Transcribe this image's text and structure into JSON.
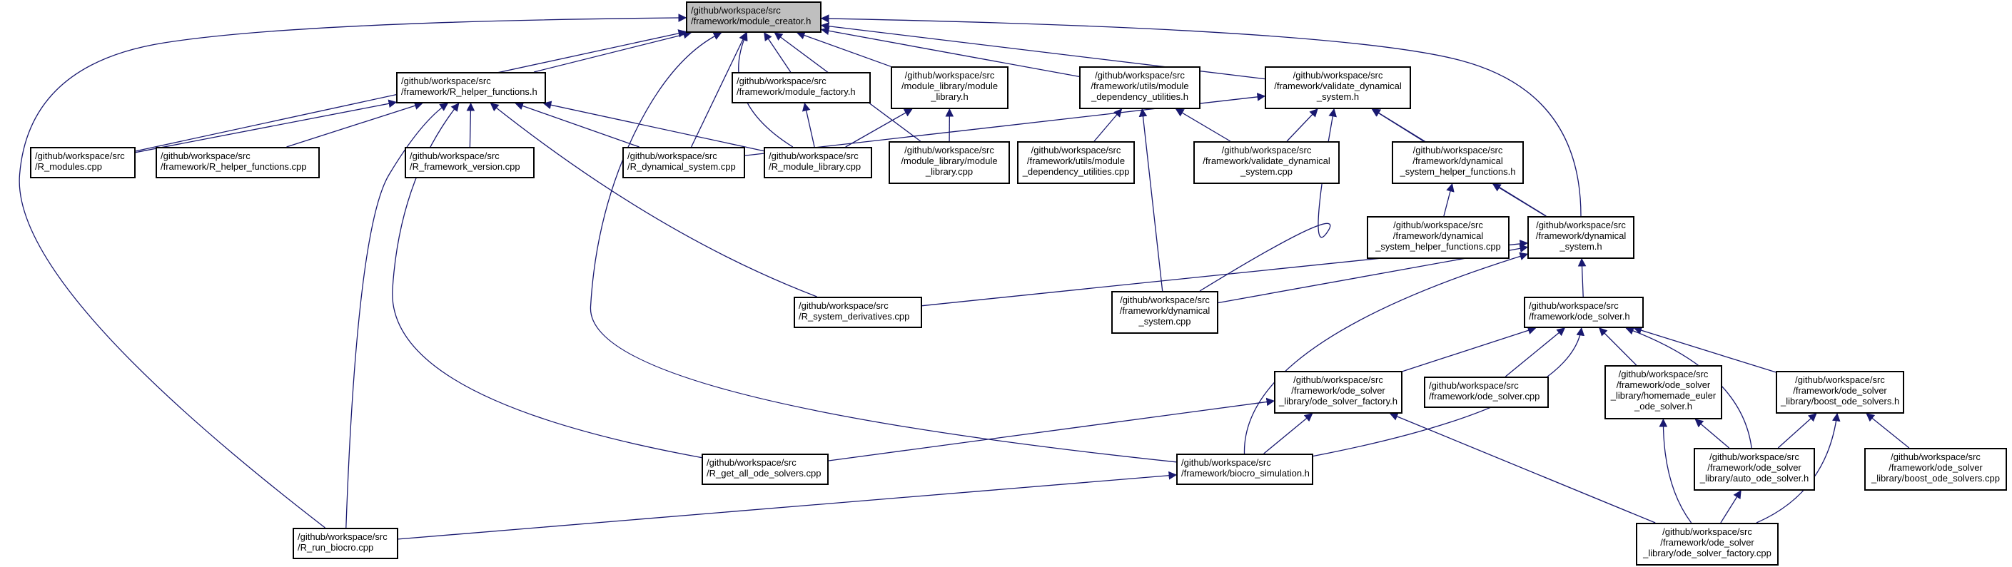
{
  "colors": {
    "edge": "#191970",
    "node_border": "#000000",
    "root_fill": "#bfbfbf",
    "node_fill": "#ffffff"
  },
  "nodes": [
    {
      "id": "module_creator",
      "lines": [
        "/github/workspace/src",
        "/framework/module_creator.h"
      ]
    },
    {
      "id": "R_helper_functions_h",
      "lines": [
        "/github/workspace/src",
        "/framework/R_helper_functions.h"
      ]
    },
    {
      "id": "module_factory_h",
      "lines": [
        "/github/workspace/src",
        "/framework/module_factory.h"
      ]
    },
    {
      "id": "module_library_h",
      "lines": [
        "/github/workspace/src",
        "/module_library/module",
        "_library.h"
      ]
    },
    {
      "id": "module_dependency_utilities_h",
      "lines": [
        "/github/workspace/src",
        "/framework/utils/module",
        "_dependency_utilities.h"
      ]
    },
    {
      "id": "validate_dynamical_system_h",
      "lines": [
        "/github/workspace/src",
        "/framework/validate_dynamical",
        "_system.h"
      ]
    },
    {
      "id": "R_modules_cpp",
      "lines": [
        "/github/workspace/src",
        "/R_modules.cpp"
      ]
    },
    {
      "id": "R_helper_functions_cpp",
      "lines": [
        "/github/workspace/src",
        "/framework/R_helper_functions.cpp"
      ]
    },
    {
      "id": "R_framework_version_cpp",
      "lines": [
        "/github/workspace/src",
        "/R_framework_version.cpp"
      ]
    },
    {
      "id": "R_dynamical_system_cpp",
      "lines": [
        "/github/workspace/src",
        "/R_dynamical_system.cpp"
      ]
    },
    {
      "id": "R_module_library_cpp",
      "lines": [
        "/github/workspace/src",
        "/R_module_library.cpp"
      ]
    },
    {
      "id": "module_library_cpp",
      "lines": [
        "/github/workspace/src",
        "/module_library/module",
        "_library.cpp"
      ]
    },
    {
      "id": "module_dependency_utilities_cpp",
      "lines": [
        "/github/workspace/src",
        "/framework/utils/module",
        "_dependency_utilities.cpp"
      ]
    },
    {
      "id": "validate_dynamical_system_cpp",
      "lines": [
        "/github/workspace/src",
        "/framework/validate_dynamical",
        "_system.cpp"
      ]
    },
    {
      "id": "dynamical_system_helper_functions_h",
      "lines": [
        "/github/workspace/src",
        "/framework/dynamical",
        "_system_helper_functions.h"
      ]
    },
    {
      "id": "dynamical_system_helper_functions_cpp",
      "lines": [
        "/github/workspace/src",
        "/framework/dynamical",
        "_system_helper_functions.cpp"
      ]
    },
    {
      "id": "dynamical_system_h",
      "lines": [
        "/github/workspace/src",
        "/framework/dynamical",
        "_system.h"
      ]
    },
    {
      "id": "R_system_derivatives_cpp",
      "lines": [
        "/github/workspace/src",
        "/R_system_derivatives.cpp"
      ]
    },
    {
      "id": "dynamical_system_cpp",
      "lines": [
        "/github/workspace/src",
        "/framework/dynamical",
        "_system.cpp"
      ]
    },
    {
      "id": "ode_solver_h",
      "lines": [
        "/github/workspace/src",
        "/framework/ode_solver.h"
      ]
    },
    {
      "id": "ode_solver_factory_h",
      "lines": [
        "/github/workspace/src",
        "/framework/ode_solver",
        "_library/ode_solver_factory.h"
      ]
    },
    {
      "id": "ode_solver_cpp",
      "lines": [
        "/github/workspace/src",
        "/framework/ode_solver.cpp"
      ]
    },
    {
      "id": "homemade_euler_ode_solver_h",
      "lines": [
        "/github/workspace/src",
        "/framework/ode_solver",
        "_library/homemade_euler",
        "_ode_solver.h"
      ]
    },
    {
      "id": "boost_ode_solvers_h",
      "lines": [
        "/github/workspace/src",
        "/framework/ode_solver",
        "_library/boost_ode_solvers.h"
      ]
    },
    {
      "id": "R_get_all_ode_solvers_cpp",
      "lines": [
        "/github/workspace/src",
        "/R_get_all_ode_solvers.cpp"
      ]
    },
    {
      "id": "biocro_simulation_h",
      "lines": [
        "/github/workspace/src",
        "/framework/biocro_simulation.h"
      ]
    },
    {
      "id": "auto_ode_solver_h",
      "lines": [
        "/github/workspace/src",
        "/framework/ode_solver",
        "_library/auto_ode_solver.h"
      ]
    },
    {
      "id": "boost_ode_solvers_cpp",
      "lines": [
        "/github/workspace/src",
        "/framework/ode_solver",
        "_library/boost_ode_solvers.cpp"
      ]
    },
    {
      "id": "R_run_biocro_cpp",
      "lines": [
        "/github/workspace/src",
        "/R_run_biocro.cpp"
      ]
    },
    {
      "id": "ode_solver_factory_cpp",
      "lines": [
        "/github/workspace/src",
        "/framework/ode_solver",
        "_library/ode_solver_factory.cpp"
      ]
    }
  ],
  "edges": [
    [
      "R_helper_functions_h",
      "module_creator"
    ],
    [
      "module_factory_h",
      "module_creator"
    ],
    [
      "module_library_h",
      "module_creator"
    ],
    [
      "module_dependency_utilities_h",
      "module_creator"
    ],
    [
      "validate_dynamical_system_h",
      "module_creator"
    ],
    [
      "R_modules_cpp",
      "module_creator"
    ],
    [
      "R_dynamical_system_cpp",
      "module_creator"
    ],
    [
      "R_module_library_cpp",
      "module_creator"
    ],
    [
      "module_library_cpp",
      "module_creator"
    ],
    [
      "dynamical_system_h",
      "module_creator"
    ],
    [
      "biocro_simulation_h",
      "module_creator"
    ],
    [
      "R_run_biocro_cpp",
      "module_creator"
    ],
    [
      "R_modules_cpp",
      "R_helper_functions_h"
    ],
    [
      "R_helper_functions_cpp",
      "R_helper_functions_h"
    ],
    [
      "R_framework_version_cpp",
      "R_helper_functions_h"
    ],
    [
      "R_dynamical_system_cpp",
      "R_helper_functions_h"
    ],
    [
      "R_module_library_cpp",
      "R_helper_functions_h"
    ],
    [
      "R_system_derivatives_cpp",
      "R_helper_functions_h"
    ],
    [
      "R_get_all_ode_solvers_cpp",
      "R_helper_functions_h"
    ],
    [
      "R_run_biocro_cpp",
      "R_helper_functions_h"
    ],
    [
      "R_module_library_cpp",
      "module_factory_h"
    ],
    [
      "R_module_library_cpp",
      "module_library_h"
    ],
    [
      "module_library_cpp",
      "module_library_h"
    ],
    [
      "module_dependency_utilities_cpp",
      "module_dependency_utilities_h"
    ],
    [
      "validate_dynamical_system_cpp",
      "module_dependency_utilities_h"
    ],
    [
      "dynamical_system_cpp",
      "module_dependency_utilities_h"
    ],
    [
      "R_dynamical_system_cpp",
      "validate_dynamical_system_h"
    ],
    [
      "validate_dynamical_system_cpp",
      "validate_dynamical_system_h"
    ],
    [
      "dynamical_system_helper_functions_h",
      "validate_dynamical_system_h"
    ],
    [
      "dynamical_system_h",
      "validate_dynamical_system_h"
    ],
    [
      "dynamical_system_cpp",
      "validate_dynamical_system_h"
    ],
    [
      "dynamical_system_helper_functions_cpp",
      "dynamical_system_helper_functions_h"
    ],
    [
      "dynamical_system_h",
      "dynamical_system_helper_functions_h"
    ],
    [
      "R_system_derivatives_cpp",
      "dynamical_system_h"
    ],
    [
      "dynamical_system_cpp",
      "dynamical_system_h"
    ],
    [
      "ode_solver_h",
      "dynamical_system_h"
    ],
    [
      "biocro_simulation_h",
      "dynamical_system_h"
    ],
    [
      "ode_solver_factory_h",
      "ode_solver_h"
    ],
    [
      "ode_solver_cpp",
      "ode_solver_h"
    ],
    [
      "homemade_euler_ode_solver_h",
      "ode_solver_h"
    ],
    [
      "boost_ode_solvers_h",
      "ode_solver_h"
    ],
    [
      "auto_ode_solver_h",
      "ode_solver_h"
    ],
    [
      "biocro_simulation_h",
      "ode_solver_h"
    ],
    [
      "R_get_all_ode_solvers_cpp",
      "ode_solver_factory_h"
    ],
    [
      "biocro_simulation_h",
      "ode_solver_factory_h"
    ],
    [
      "ode_solver_factory_cpp",
      "ode_solver_factory_h"
    ],
    [
      "auto_ode_solver_h",
      "homemade_euler_ode_solver_h"
    ],
    [
      "ode_solver_factory_cpp",
      "homemade_euler_ode_solver_h"
    ],
    [
      "auto_ode_solver_h",
      "boost_ode_solvers_h"
    ],
    [
      "boost_ode_solvers_cpp",
      "boost_ode_solvers_h"
    ],
    [
      "ode_solver_factory_cpp",
      "boost_ode_solvers_h"
    ],
    [
      "ode_solver_factory_cpp",
      "auto_ode_solver_h"
    ],
    [
      "R_run_biocro_cpp",
      "biocro_simulation_h"
    ]
  ]
}
